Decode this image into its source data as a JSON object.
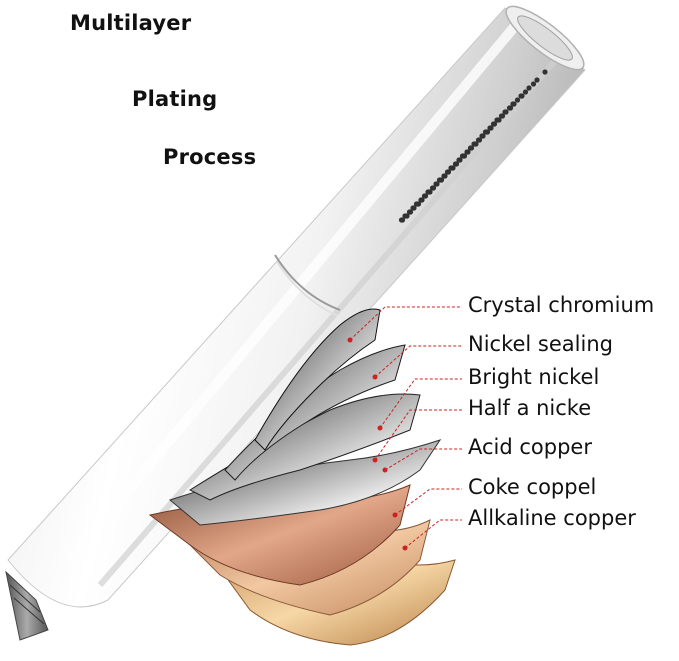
{
  "heading": {
    "line1": "Multilayer",
    "line2": "Plating",
    "line3": "Process"
  },
  "layers": [
    {
      "label": "Crystal chromium",
      "color": "#d9d9d9"
    },
    {
      "label": "Nickel sealing",
      "color": "#c2c2c2"
    },
    {
      "label": "Bright nickel",
      "color": "#b8b8b8"
    },
    {
      "label": "Half a nicke",
      "color": "#9c9c9c"
    },
    {
      "label": "Acid copper",
      "color": "#c98e6f"
    },
    {
      "label": "Coke coppel",
      "color": "#d7a07d"
    },
    {
      "label": "Allkaline copper",
      "color": "#e2b27f"
    }
  ],
  "colors": {
    "leader_line": "#cc2222",
    "chrome_light": "#f5f5f5",
    "chrome_dark": "#8a8a8a"
  }
}
